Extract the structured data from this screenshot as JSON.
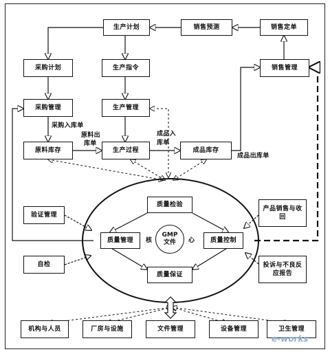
{
  "nodes": {
    "production_plan": "生产计划",
    "sales_forecast": "销售预测",
    "sales_order": "销售定单",
    "purchase_plan": "采购计划",
    "production_order": "生产指令",
    "sales_mgmt": "销售管理",
    "purchase_mgmt": "采购管理",
    "production_mgmt": "生产管理",
    "raw_inventory": "原料库存",
    "production_process": "生产过程",
    "finished_inventory": "成品库存",
    "validation_mgmt": "验证管理",
    "self_inspection": "自检",
    "product_recall": "产品销售与收回",
    "complaint_report": "投诉与不良反应报告",
    "quality_inspection": "质量检验",
    "quality_mgmt": "质量管理",
    "quality_control": "质量控制",
    "quality_assurance": "质量保证",
    "org_personnel": "机构与人员",
    "plant_facilities": "厂房与设施",
    "doc_mgmt": "文件管理",
    "equipment_mgmt": "设备管理",
    "hygiene_mgmt": "卫生管理"
  },
  "core": {
    "gmp": "GMP",
    "doc": "文件",
    "left": "核",
    "right": "心"
  },
  "edge_labels": {
    "purchase_in": "采购入库单",
    "raw_out_1": "原料出",
    "raw_out_2": "库单",
    "finished_in_1": "成品入",
    "finished_in_2": "库单",
    "finished_out": "成品出库单"
  },
  "watermark": "e-works"
}
